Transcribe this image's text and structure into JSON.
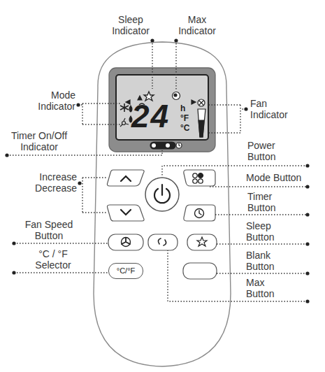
{
  "diagram": {
    "nodes": [
      {
        "text": [
          "24",
          "h",
          "°F",
          "°C"
        ]
      },
      {
        "text": [
          "°C/°F"
        ]
      }
    ],
    "labels": [
      "Sleep Indicator",
      "Max Indicator",
      "Mode Indicator",
      "Fan Indicator",
      "Timer On/Off Indicator",
      "Power Button",
      "Mode Button",
      "Increase Decrease",
      "Timer Button",
      "Fan Speed Button",
      "Sleep Button",
      "°C / °F Selector",
      "Blank Button",
      "Max Button"
    ]
  }
}
